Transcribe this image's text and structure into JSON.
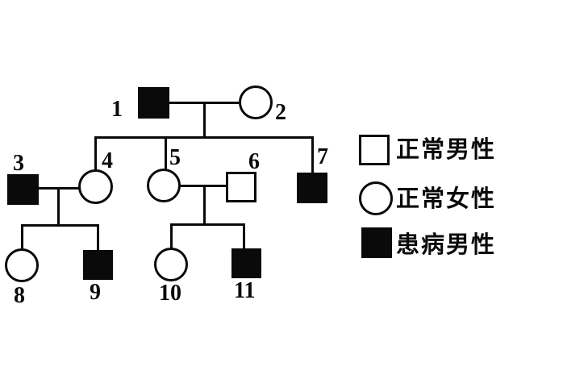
{
  "pedigree": {
    "title": "pedigree-chart",
    "members": [
      {
        "id": "1",
        "label": "1",
        "sex": "male",
        "status": "affected",
        "generation": 1
      },
      {
        "id": "2",
        "label": "2",
        "sex": "female",
        "status": "normal",
        "generation": 1
      },
      {
        "id": "3",
        "label": "3",
        "sex": "male",
        "status": "affected",
        "generation": 2
      },
      {
        "id": "4",
        "label": "4",
        "sex": "female",
        "status": "normal",
        "generation": 2
      },
      {
        "id": "5",
        "label": "5",
        "sex": "female",
        "status": "normal",
        "generation": 2
      },
      {
        "id": "6",
        "label": "6",
        "sex": "male",
        "status": "normal",
        "generation": 2
      },
      {
        "id": "7",
        "label": "7",
        "sex": "male",
        "status": "affected",
        "generation": 2
      },
      {
        "id": "8",
        "label": "8",
        "sex": "female",
        "status": "normal",
        "generation": 3
      },
      {
        "id": "9",
        "label": "9",
        "sex": "male",
        "status": "affected",
        "generation": 3
      },
      {
        "id": "10",
        "label": "10",
        "sex": "female",
        "status": "normal",
        "generation": 3
      },
      {
        "id": "11",
        "label": "11",
        "sex": "male",
        "status": "affected",
        "generation": 3
      }
    ],
    "colors": {
      "stroke": "#0a0a0a",
      "fill_affected": "#0a0a0a",
      "background": "#ffffff"
    }
  },
  "legend": {
    "items": [
      {
        "symbol": "open-square",
        "label": "正常男性",
        "meaning": "normal male"
      },
      {
        "symbol": "open-circle",
        "label": "正常女性",
        "meaning": "normal female"
      },
      {
        "symbol": "filled-square",
        "label": "患病男性",
        "meaning": "affected male"
      }
    ]
  }
}
